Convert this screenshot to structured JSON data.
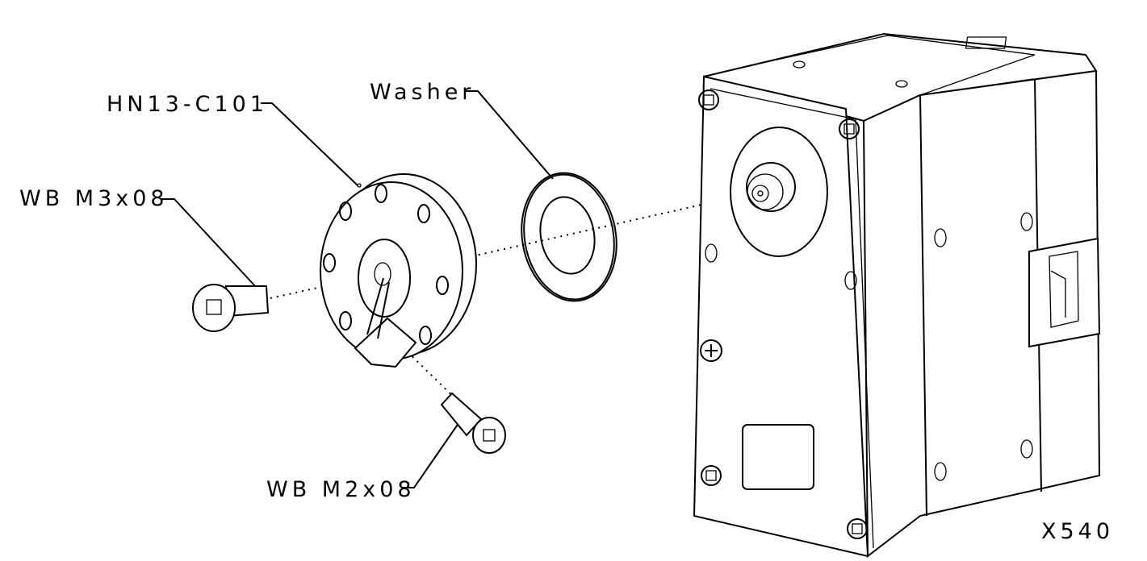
{
  "colors": {
    "ink": "#000000",
    "paper": "#ffffff"
  },
  "labels": {
    "horn": "HN13-C101",
    "washer": "Washer",
    "bolt_m3": "WB M3x08",
    "bolt_m2": "WB M2x08",
    "model": "X540"
  }
}
